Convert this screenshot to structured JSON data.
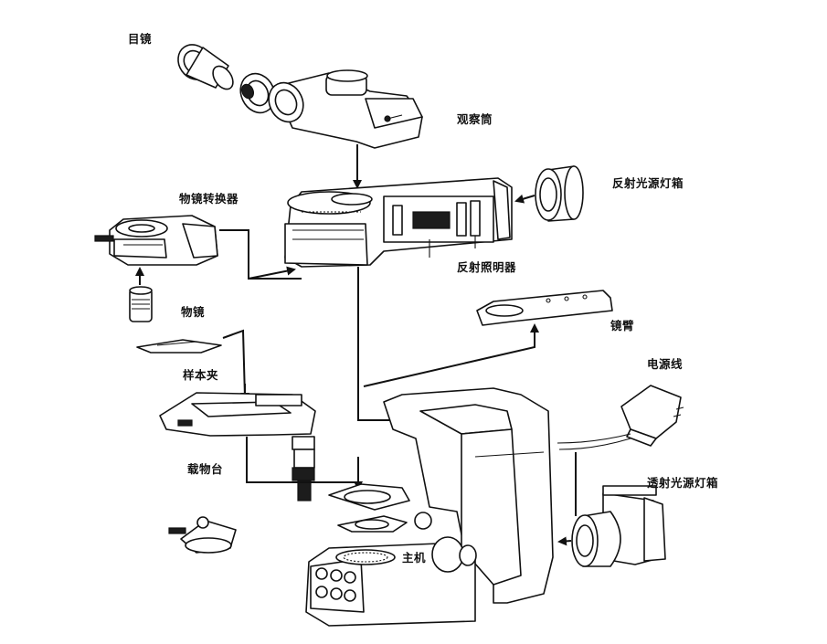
{
  "labels": {
    "eyepiece": "目镜",
    "observation_tube": "观察筒",
    "reflected_lamphouse": "反射光源灯箱",
    "nosepiece": "物镜转换器",
    "reflected_illuminator": "反射照明器",
    "objective": "物镜",
    "arm": "镜臂",
    "power_cord": "电源线",
    "specimen_holder": "样本夹",
    "stage": "载物台",
    "transmitted_lamphouse": "透射光源灯箱",
    "main_body": "主机"
  },
  "colors": {
    "line": "#111111",
    "background": "#ffffff"
  }
}
